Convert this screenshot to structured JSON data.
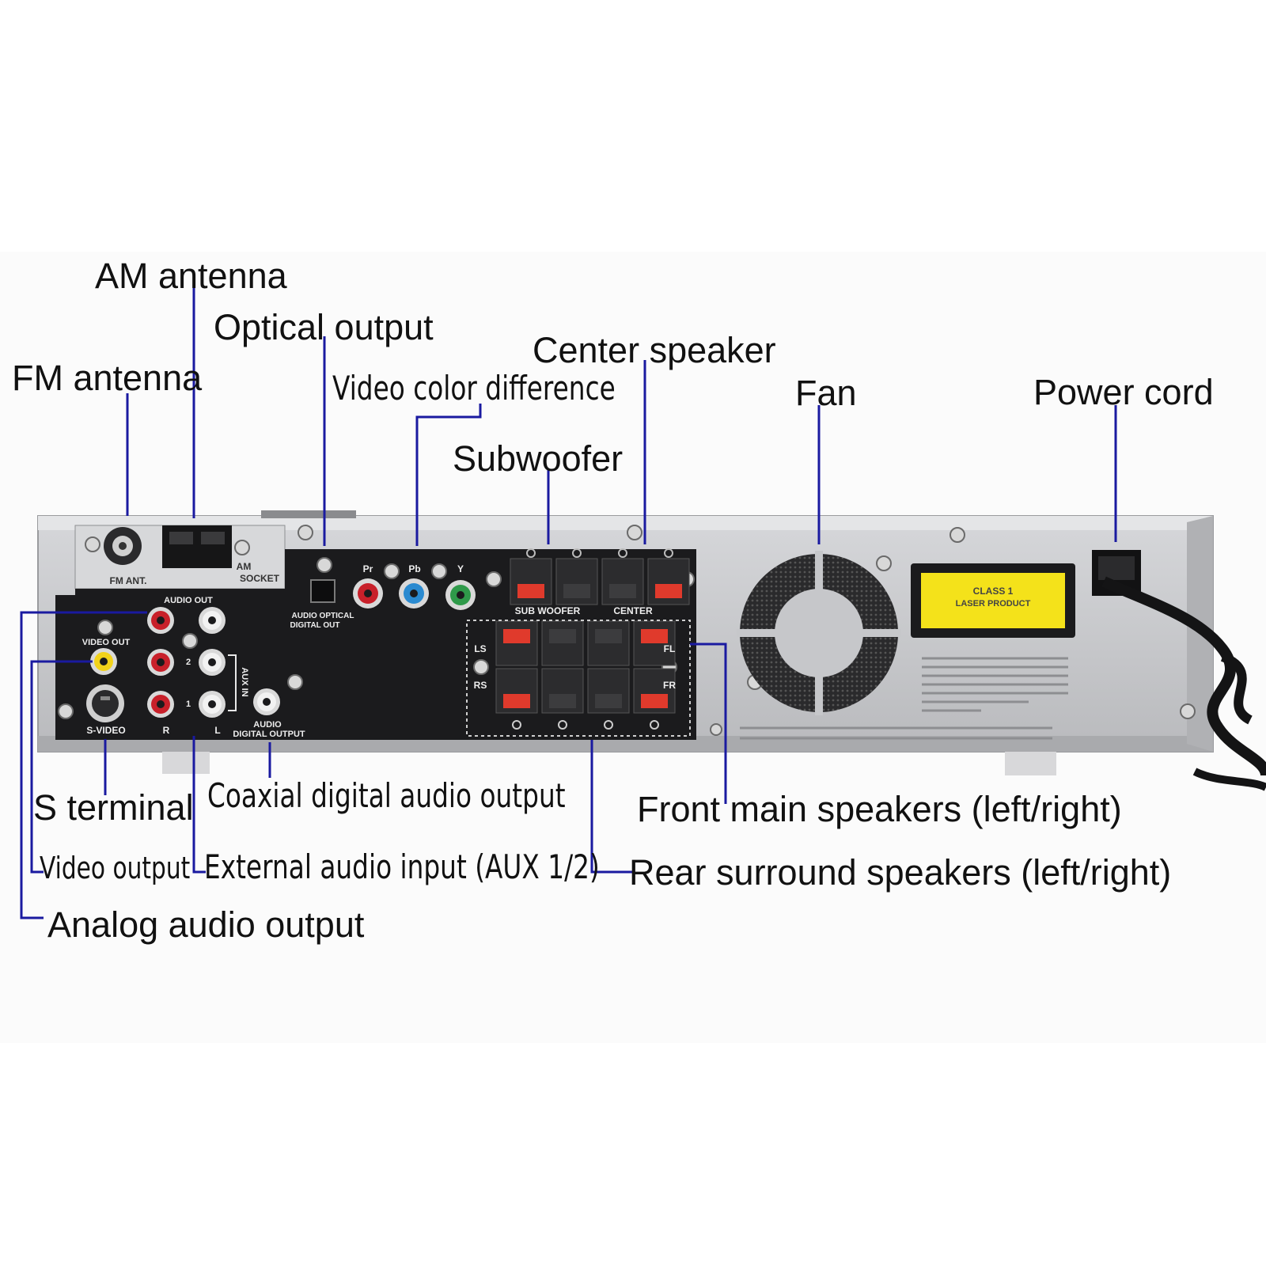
{
  "callouts": {
    "am_antenna": "AM antenna",
    "optical_output": "Optical output",
    "fm_antenna": "FM antenna",
    "video_color_difference": "Video color difference",
    "center_speaker": "Center speaker",
    "fan": "Fan",
    "power_cord": "Power cord",
    "subwoofer": "Subwoofer",
    "s_terminal": "S terminal",
    "coaxial_digital_audio_output": "Coaxial digital audio output",
    "front_main_speakers": "Front main speakers (left/right)",
    "video_output": "Video output",
    "external_audio_input": "External audio input (AUX 1/2)",
    "rear_surround_speakers": "Rear surround speakers (left/right)",
    "analog_audio_output": "Analog audio output"
  },
  "panel_labels": {
    "fm_ant": "FM ANT.",
    "am_socket_1": "AM",
    "am_socket_2": "SOCKET",
    "audio_out": "AUDIO OUT",
    "video_out": "VIDEO OUT",
    "s_video": "S-VIDEO",
    "r": "R",
    "l": "L",
    "aux_in": "AUX IN",
    "aux_2": "2",
    "aux_1": "1",
    "audio_digital_output_1": "AUDIO",
    "audio_digital_output_2": "DIGITAL OUTPUT",
    "audio_optical_1": "AUDIO OPTICAL",
    "audio_optical_2": "DIGITAL OUT",
    "pr": "Pr",
    "pb": "Pb",
    "y": "Y",
    "sub_woofer": "SUB WOOFER",
    "center": "CENTER",
    "ls": "LS",
    "rs": "RS",
    "fl": "FL",
    "fr": "FR",
    "class_1": "CLASS 1",
    "laser_product": "LASER PRODUCT"
  },
  "colors": {
    "leader_line": "#1a1aa0",
    "chassis": "#c9cacd",
    "panel_black": "#1b1b1d",
    "terminal_red": "#e03a2c",
    "rca_red": "#c8202a",
    "rca_white": "#f2f2f2",
    "rca_yellow": "#f2d21a",
    "rca_green": "#2f9a4a",
    "rca_blue": "#2a8ad0",
    "laser_label_yellow": "#f4e21a"
  }
}
